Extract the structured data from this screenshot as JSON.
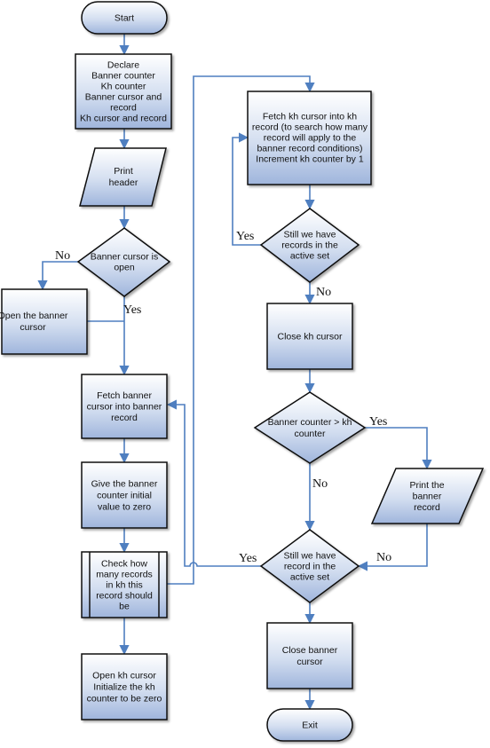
{
  "nodes": {
    "start": [
      "Start"
    ],
    "declare": [
      "Declare",
      "Banner counter",
      "Kh counter",
      "Banner cursor and",
      "record",
      "Kh cursor and record"
    ],
    "print_header": [
      "Print",
      "header"
    ],
    "banner_open": [
      "Banner cursor is",
      "open"
    ],
    "open_banner": [
      "Open the banner",
      "cursor"
    ],
    "fetch_banner": [
      "Fetch banner",
      "cursor into banner",
      "record"
    ],
    "give_zero": [
      "Give the banner",
      "counter initial",
      "value to zero"
    ],
    "check_records": [
      "Check how",
      "many records",
      "in kh this",
      "record should",
      "be"
    ],
    "open_kh": [
      "Open kh cursor",
      "Initialize the kh",
      "counter to be zero"
    ],
    "fetch_kh": [
      "Fetch kh cursor into kh",
      "record (to search how many",
      "record will apply to the",
      "banner record conditions)",
      "Increment kh counter by 1"
    ],
    "still_kh": [
      "Still we have",
      "records in the",
      "active set"
    ],
    "close_kh": [
      "Close  kh cursor"
    ],
    "compare": [
      "Banner counter > kh",
      "counter"
    ],
    "print_banner": [
      "Print the",
      "banner",
      "record"
    ],
    "still_banner": [
      "Still we have",
      "record in the",
      "active set"
    ],
    "close_banner": [
      "Close banner",
      "cursor"
    ],
    "exit": [
      "Exit"
    ]
  },
  "edge_labels": {
    "banner_open_no": "No",
    "banner_open_yes": "Yes",
    "still_kh_yes": "Yes",
    "still_kh_no": "No",
    "compare_yes": "Yes",
    "compare_no": "No",
    "still_banner_yes": "Yes",
    "print_banner_no": "No"
  },
  "colors": {
    "shape_fill_top": "#ffffff",
    "shape_fill_bottom": "#a9bde0",
    "shape_stroke": "#101010",
    "edge": "#4f7fc0"
  }
}
